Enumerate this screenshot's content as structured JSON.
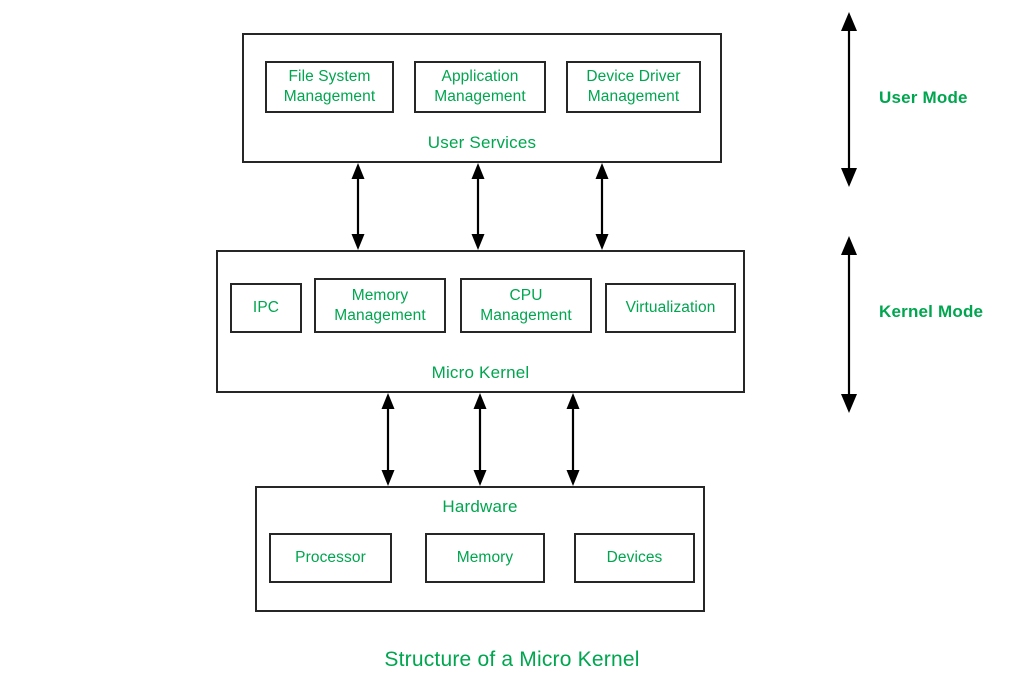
{
  "figure": {
    "caption": "Structure of a Micro Kernel",
    "accent_color": "#00a64f",
    "line_color": "#262626",
    "arrow_color": "#000000",
    "background_color": "#ffffff"
  },
  "sections": {
    "user_services": {
      "label": "User Services",
      "label_position": "bottom",
      "components": [
        {
          "label": "File System\nManagement"
        },
        {
          "label": "Application\nManagement"
        },
        {
          "label": "Device Driver\nManagement"
        }
      ]
    },
    "micro_kernel": {
      "label": "Micro Kernel",
      "label_position": "bottom",
      "components": [
        {
          "label": "IPC"
        },
        {
          "label": "Memory\nManagement"
        },
        {
          "label": "CPU\nManagement"
        },
        {
          "label": "Virtualization"
        }
      ]
    },
    "hardware": {
      "label": "Hardware",
      "label_position": "top",
      "components": [
        {
          "label": "Processor"
        },
        {
          "label": "Memory"
        },
        {
          "label": "Devices"
        }
      ]
    }
  },
  "mode_labels": [
    {
      "label": "User Mode"
    },
    {
      "label": "Kernel Mode"
    }
  ],
  "connectors": {
    "user_to_kernel": {
      "count": 3,
      "style": "double-headed-vertical-arrow"
    },
    "kernel_to_hardware": {
      "count": 3,
      "style": "double-headed-vertical-arrow"
    },
    "mode_brackets": {
      "count": 2,
      "style": "double-headed-vertical-arrow"
    }
  }
}
